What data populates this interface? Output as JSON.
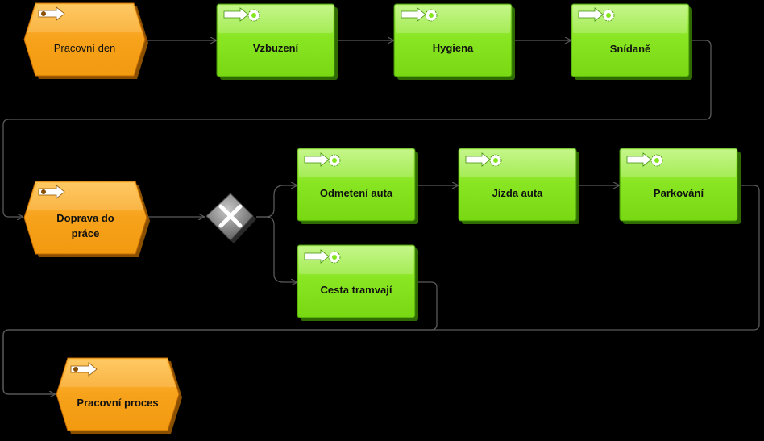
{
  "diagram": {
    "nodes": {
      "pracovni_den": {
        "label": "Pracovní den",
        "kind": "event"
      },
      "vzbuzeni": {
        "label": "Vzbuzení",
        "kind": "activity"
      },
      "hygiena": {
        "label": "Hygiena",
        "kind": "activity"
      },
      "snidane": {
        "label": "Snídaně",
        "kind": "activity"
      },
      "doprava": {
        "label_line1": "Doprava do",
        "label_line2": "práce",
        "kind": "event"
      },
      "xor_gateway": {
        "kind": "gateway-xor"
      },
      "odmeteni": {
        "label": "Odmetení auta",
        "kind": "activity"
      },
      "jizda": {
        "label": "Jízda auta",
        "kind": "activity"
      },
      "parkovani": {
        "label": "Parkování",
        "kind": "activity"
      },
      "tramvaj": {
        "label": "Cesta tramvají",
        "kind": "activity"
      },
      "pracovni_proces": {
        "label": "Pracovní proces",
        "kind": "event"
      }
    },
    "colors": {
      "event_fill": "#f7a21b",
      "event_stroke": "#c26a00",
      "activity_fill": "#84e61c",
      "activity_stroke": "#3f8f06",
      "connector": "#5a5a5a",
      "background": "#000000",
      "gateway": "#7a7a7a"
    },
    "icons": {
      "event": "arrow-right-icon",
      "activity": "arrow-gear-icon",
      "gateway": "close-x-icon"
    }
  }
}
